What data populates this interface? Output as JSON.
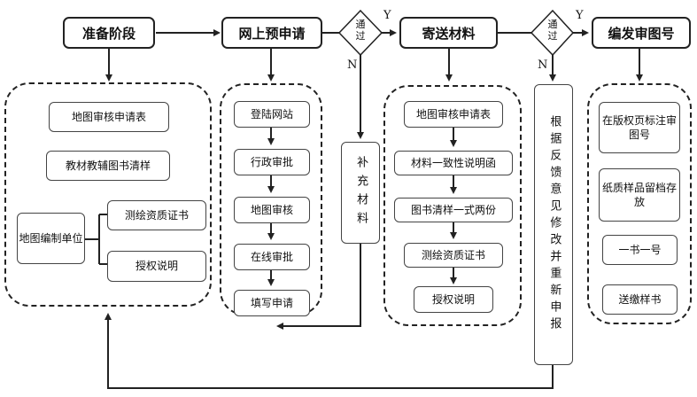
{
  "stages": {
    "prepare": "准备阶段",
    "online_apply": "网上预申请",
    "send_materials": "寄送材料",
    "issue_number": "编发审图号"
  },
  "decisions": {
    "d1": {
      "label_line1": "通",
      "label_line2": "过",
      "yes": "Y",
      "no": "N"
    },
    "d2": {
      "label_line1": "通",
      "label_line2": "过",
      "yes": "Y",
      "no": "N"
    }
  },
  "prepare_group": {
    "items": [
      "地图审核申请表",
      "教材教辅图书清样"
    ],
    "unit": "地图编制单位",
    "unit_children": [
      "测绘资质证书",
      "授权说明"
    ]
  },
  "online_steps": [
    "登陆网站",
    "行政审批",
    "地图审核",
    "在线审批",
    "填写申请"
  ],
  "supplement": "补充材料",
  "send_steps": [
    "地图审核申请表",
    "材料一致性说明函",
    "图书清样一式两份",
    "测绘资质证书",
    "授权说明"
  ],
  "feedback": "根据反馈意见修改并重新申报",
  "issue_steps": [
    "在版权页标注审图号",
    "纸质样品留档存放",
    "一书一号",
    "送缴样书"
  ]
}
